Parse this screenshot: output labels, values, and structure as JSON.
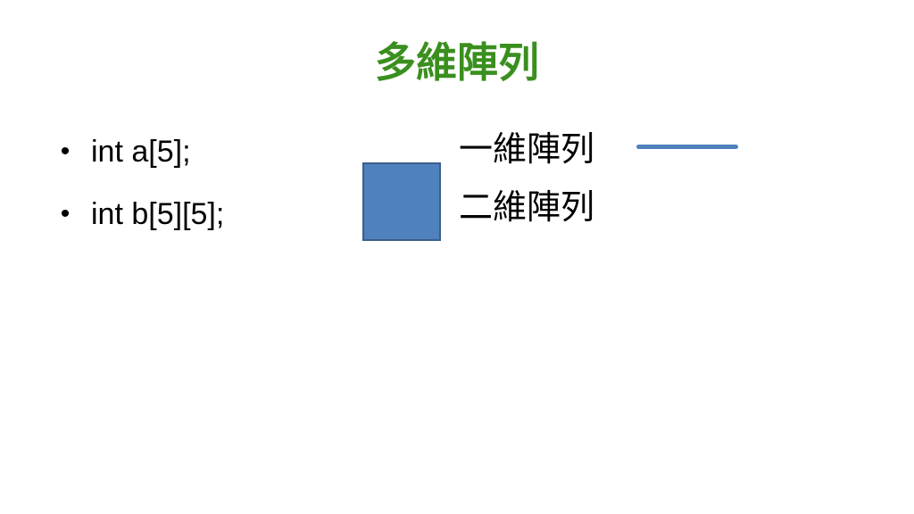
{
  "slide": {
    "title": "多維陣列",
    "bullets": [
      {
        "text": "int a[5];"
      },
      {
        "text": "int b[5][5];"
      }
    ],
    "bullet_char": "•",
    "labels": {
      "one_d": "一維陣列",
      "two_d": "二維陣列"
    },
    "colors": {
      "title": "#3a8f1e",
      "line_shape": "#4f81bd",
      "square_fill": "#4f81bd",
      "square_border": "#3a5f8c"
    }
  }
}
